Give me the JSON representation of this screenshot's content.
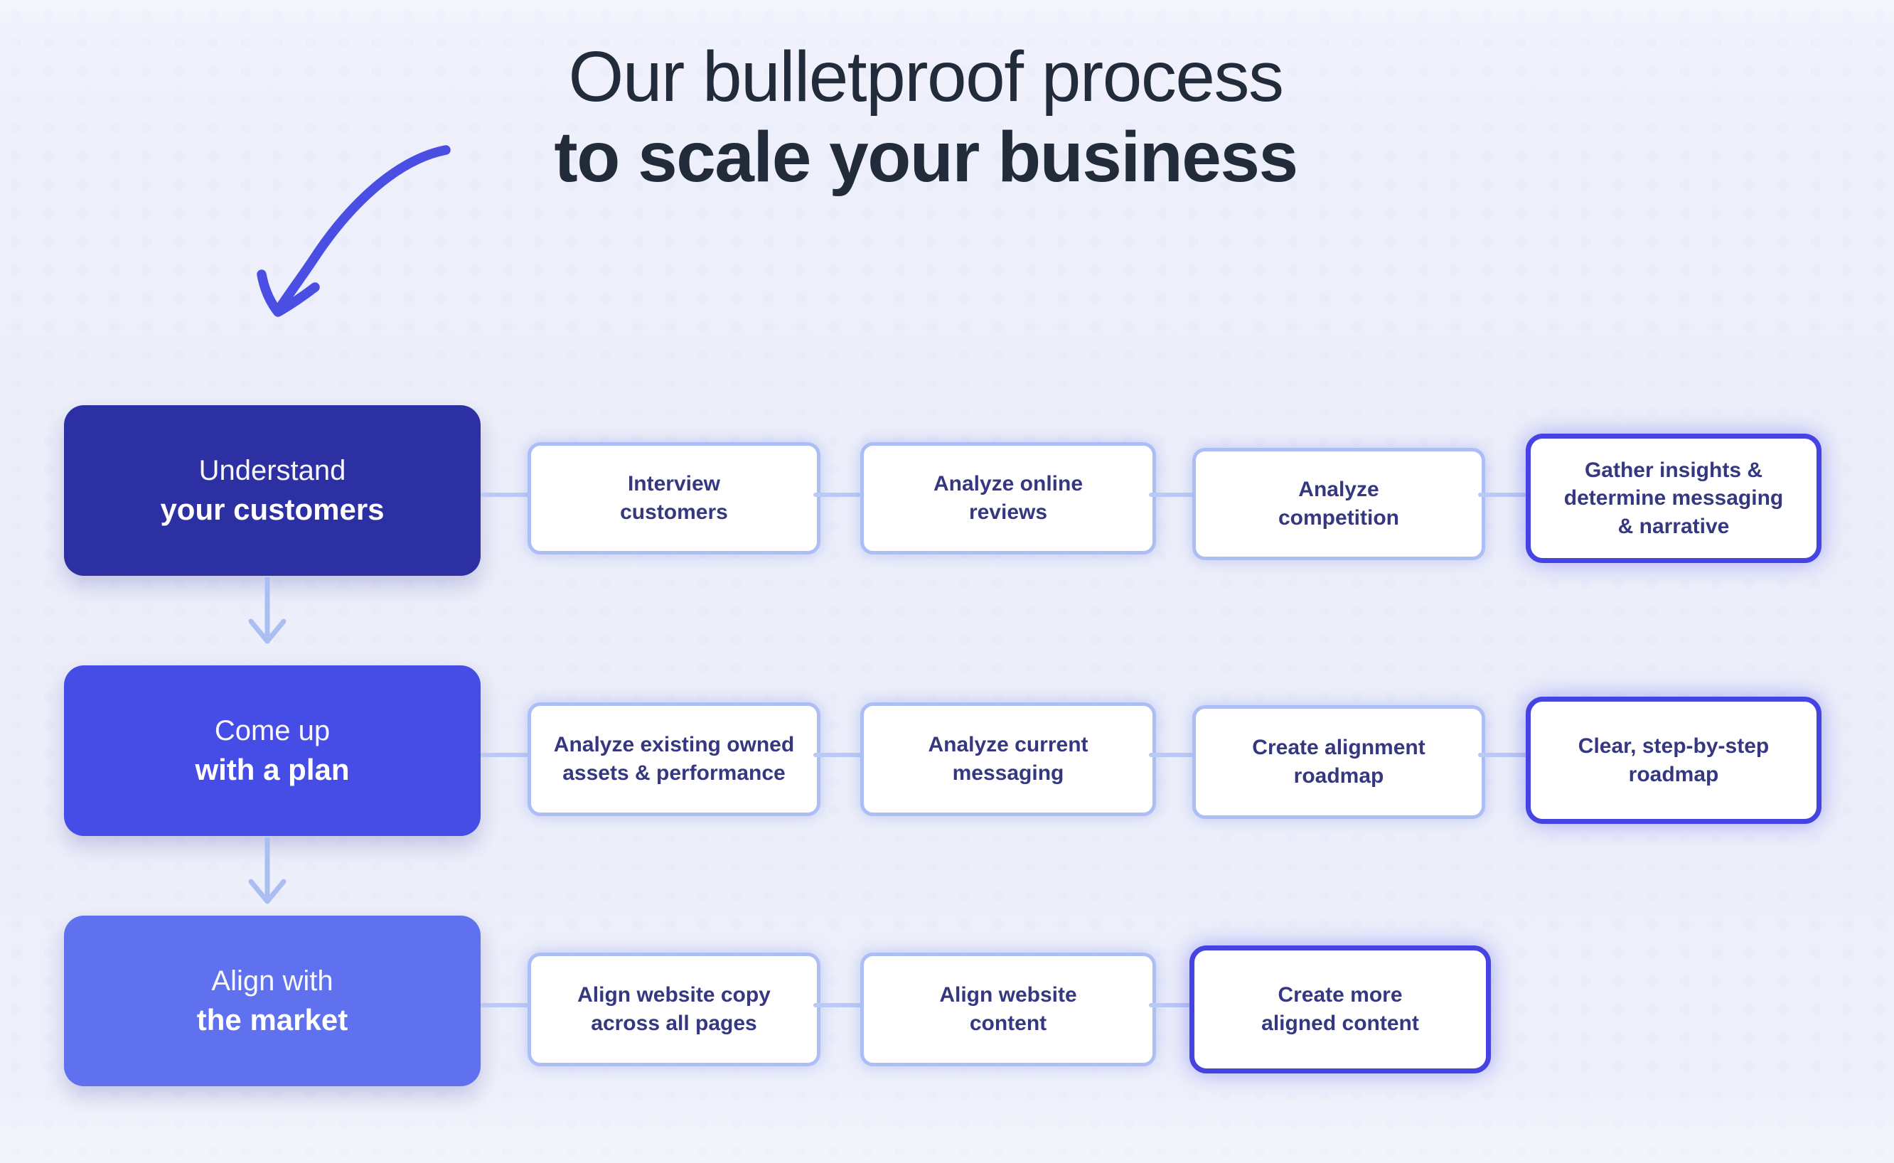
{
  "title": {
    "line1": "Our bulletproof process",
    "line2": "to scale your business"
  },
  "colors": {
    "background": "#eef0fa",
    "title_text": "#212b3a",
    "row1_main_bg": "#2d30a3",
    "row2_main_bg": "#454de6",
    "row3_main_bg": "#5f71ee",
    "main_text": "#ffffff",
    "step_bg": "#ffffff",
    "step_border": "#adbef4",
    "step_border_highlight": "#4543e2",
    "step_text": "#353880",
    "connector": "#bac9f6",
    "vertical_arrow": "#abbef2",
    "curved_arrow": "#4a4ee2"
  },
  "rows": [
    {
      "main": {
        "line1": "Understand",
        "line2": "your customers"
      },
      "steps": [
        {
          "label": "Interview\ncustomers",
          "highlight": false
        },
        {
          "label": "Analyze online\nreviews",
          "highlight": false
        },
        {
          "label": "Analyze\ncompetition",
          "highlight": false
        },
        {
          "label": "Gather insights &\ndetermine messaging\n& narrative",
          "highlight": true
        }
      ]
    },
    {
      "main": {
        "line1": "Come up",
        "line2": "with a plan"
      },
      "steps": [
        {
          "label": "Analyze existing owned\nassets & performance",
          "highlight": false
        },
        {
          "label": "Analyze current\nmessaging",
          "highlight": false
        },
        {
          "label": "Create alignment\nroadmap",
          "highlight": false
        },
        {
          "label": "Clear, step-by-step\nroadmap",
          "highlight": true
        }
      ]
    },
    {
      "main": {
        "line1": "Align with",
        "line2": "the market"
      },
      "steps": [
        {
          "label": "Align website copy\nacross all pages",
          "highlight": false
        },
        {
          "label": "Align website\ncontent",
          "highlight": false
        },
        {
          "label": "Create more\naligned content",
          "highlight": true
        }
      ]
    }
  ]
}
